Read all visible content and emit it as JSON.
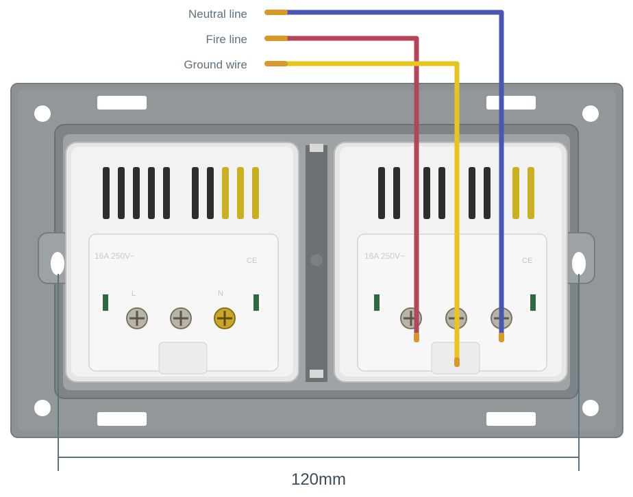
{
  "labels": {
    "neutral": "Neutral line",
    "fire": "Fire line",
    "ground": "Ground wire"
  },
  "dimension": "120mm",
  "emboss": {
    "left_rating": "16A 250V~",
    "right_rating": "16A 250V~",
    "ce_mark": "CE",
    "terminal_l": "L",
    "terminal_n": "N"
  },
  "colors": {
    "neutral_wire": "#4a56b3",
    "fire_wire": "#b5465a",
    "ground_wire": "#e8c51c",
    "copper_tip": "#d7992a",
    "frame": "#8e9396",
    "socket_body": "#f1f1f1",
    "dimension_line": "#5b7282"
  }
}
